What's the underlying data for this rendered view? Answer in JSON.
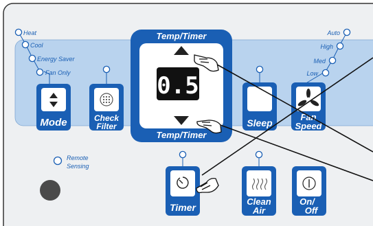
{
  "colors": {
    "panel": "#eef0f2",
    "band": "#b9d3ee",
    "blue": "#1a5fb4",
    "display": "#111111",
    "digits": "#ffffff"
  },
  "left_leds": [
    "Heat",
    "Cool",
    "Energy Saver",
    "Fan Only"
  ],
  "right_leds": [
    "Auto",
    "High",
    "Med",
    "Low"
  ],
  "temp_timer": {
    "top_label": "Temp/Timer",
    "bottom_label": "Temp/Timer",
    "display_value": "0.5"
  },
  "buttons": {
    "mode": {
      "label": "Mode",
      "icon": "up-down-arrows-icon"
    },
    "check_filter": {
      "line1": "Check",
      "line2": "Filter",
      "icon": "filter-icon"
    },
    "sleep": {
      "label": "Sleep",
      "icon": "moon-icon"
    },
    "fan_speed": {
      "line1": "Fan",
      "line2": "Speed",
      "icon": "fan-icon"
    },
    "timer": {
      "label": "Timer",
      "icon": "timer-icon"
    },
    "clean_air": {
      "line1": "Clean",
      "line2": "Air",
      "icon": "ionizer-icon"
    },
    "on_off": {
      "line1": "On/",
      "line2": "Off",
      "icon": "power-icon"
    }
  },
  "remote_sensing": {
    "line1": "Remote",
    "line2": "Sensing"
  }
}
